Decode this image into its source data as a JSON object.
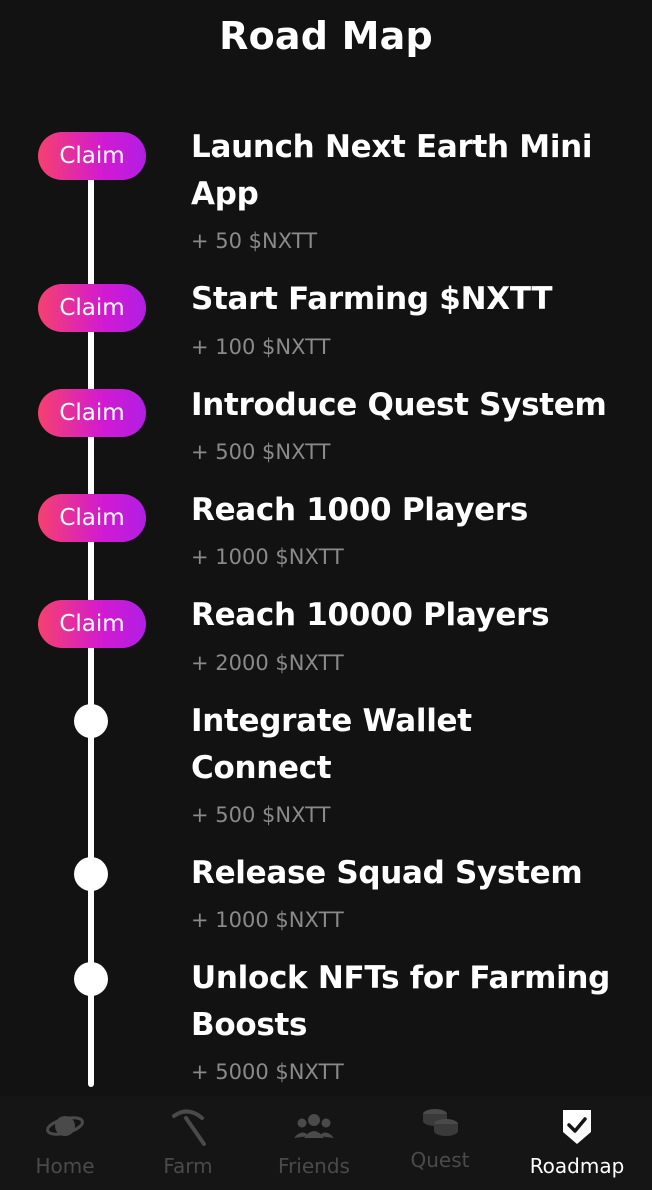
{
  "page": {
    "title": "Road Map"
  },
  "colors": {
    "background": "#121212",
    "claim_gradient_start": "#f5416e",
    "claim_gradient_end": "#b21ee4",
    "reward_text": "#8a8a8a",
    "nav_inactive": "#4a4a4a",
    "nav_active": "#ffffff"
  },
  "milestones": [
    {
      "title_line1": "Launch Next Earth Mini",
      "title_line2": "App",
      "reward": "+ 50 $NXTT",
      "action": "Claim"
    },
    {
      "title_line1": "Start Farming $NXTT",
      "title_line2": "",
      "reward": "+ 100 $NXTT",
      "action": "Claim"
    },
    {
      "title_line1": "Introduce Quest System",
      "title_line2": "",
      "reward": "+ 500 $NXTT",
      "action": "Claim"
    },
    {
      "title_line1": "Reach 1000 Players",
      "title_line2": "",
      "reward": "+ 1000 $NXTT",
      "action": "Claim"
    },
    {
      "title_line1": "Reach 10000 Players",
      "title_line2": "",
      "reward": "+ 2000 $NXTT",
      "action": "Claim"
    },
    {
      "title_line1": "Integrate Wallet",
      "title_line2": "Connect",
      "reward": "+ 500 $NXTT"
    },
    {
      "title_line1": "Release Squad System",
      "title_line2": "",
      "reward": "+ 1000 $NXTT"
    },
    {
      "title_line1": "Unlock NFTs for Farming",
      "title_line2": "Boosts",
      "reward": "+ 5000 $NXTT"
    }
  ],
  "nav": {
    "items": [
      {
        "label": "Home",
        "icon": "planet-icon"
      },
      {
        "label": "Farm",
        "icon": "pickaxe-icon"
      },
      {
        "label": "Friends",
        "icon": "people-icon"
      },
      {
        "label": "Quest",
        "icon": "coins-icon"
      },
      {
        "label": "Roadmap",
        "icon": "shield-check-icon",
        "active": true
      }
    ]
  }
}
